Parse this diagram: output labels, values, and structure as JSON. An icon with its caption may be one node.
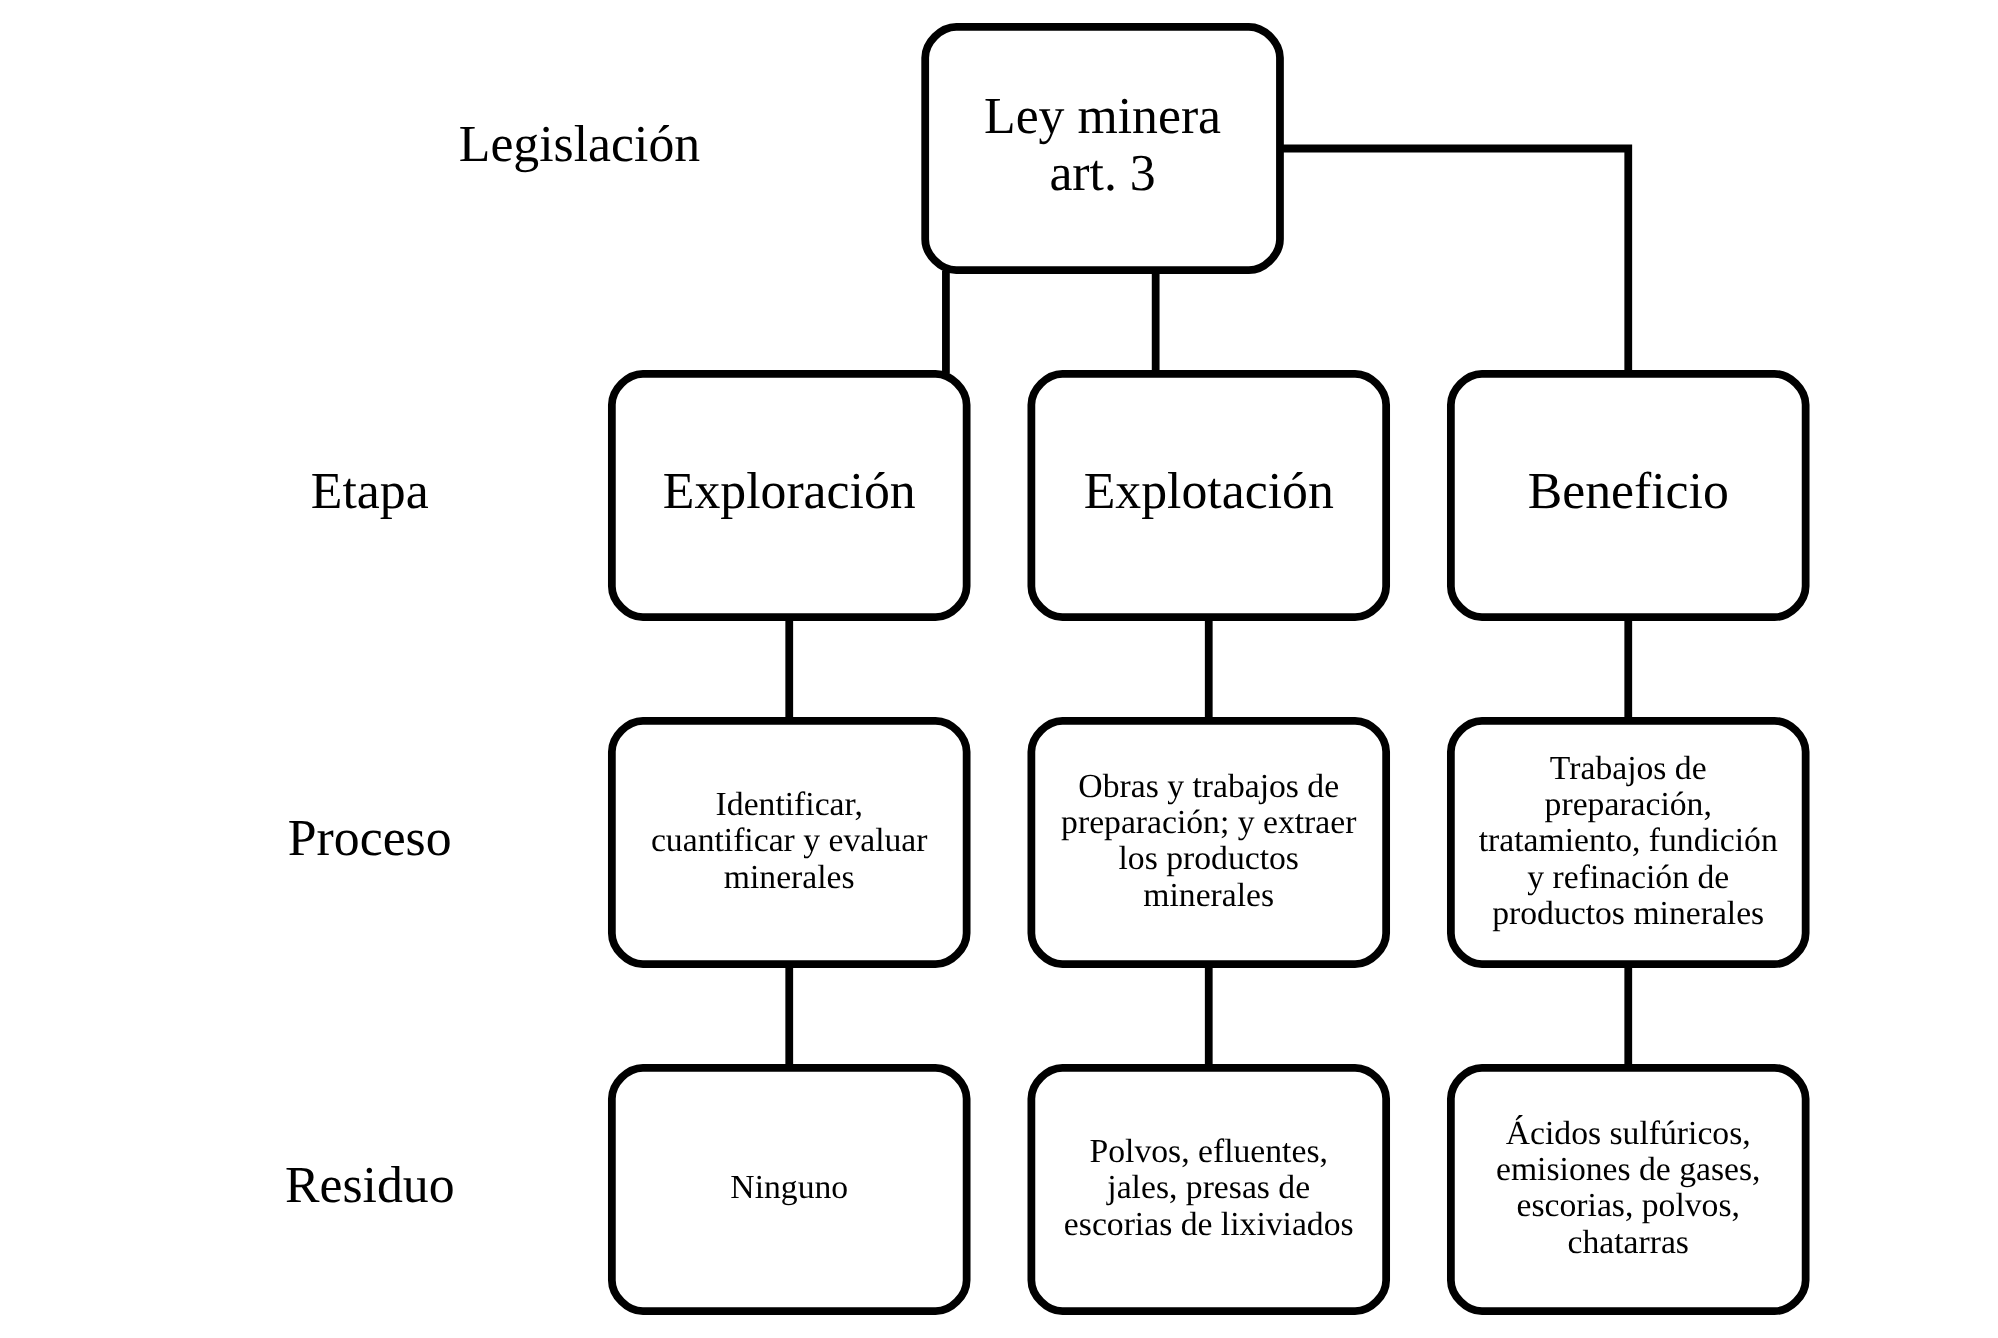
{
  "diagram": {
    "nodes": [
      {
        "text": [
          "Ley minera art. 3"
        ]
      },
      {
        "text": [
          "Exploración"
        ]
      },
      {
        "text": [
          "Explotación"
        ]
      },
      {
        "text": [
          "Beneficio"
        ]
      },
      {
        "text": [
          "Identificar, cuantificar y evaluar minerales"
        ]
      },
      {
        "text": [
          "Obras y trabajos de preparación; y extraer los productos minerales"
        ]
      },
      {
        "text": [
          "Trabajos de preparación, tratamiento, fundición y refinación de productos minerales"
        ]
      },
      {
        "text": [
          "Ninguno"
        ]
      },
      {
        "text": [
          "Polvos, efluentes, jales, presas de escorias de lixiviados"
        ]
      },
      {
        "text": [
          "Ácidos sulfúricos, emisiones de gases, escorias, polvos, chatarras"
        ]
      }
    ],
    "edges": [
      {
        "from": 0,
        "to": 1,
        "arrow": "none"
      },
      {
        "from": 0,
        "to": 2,
        "arrow": "none"
      },
      {
        "from": 0,
        "to": 3,
        "arrow": "none"
      },
      {
        "from": 1,
        "to": 4,
        "arrow": "none"
      },
      {
        "from": 2,
        "to": 5,
        "arrow": "none"
      },
      {
        "from": 3,
        "to": 6,
        "arrow": "none"
      },
      {
        "from": 4,
        "to": 7,
        "arrow": "none"
      },
      {
        "from": 5,
        "to": 8,
        "arrow": "none"
      },
      {
        "from": 6,
        "to": 9,
        "arrow": "none"
      }
    ],
    "labels": [
      "Legislación",
      "Etapa",
      "Proceso",
      "Residuo"
    ]
  }
}
